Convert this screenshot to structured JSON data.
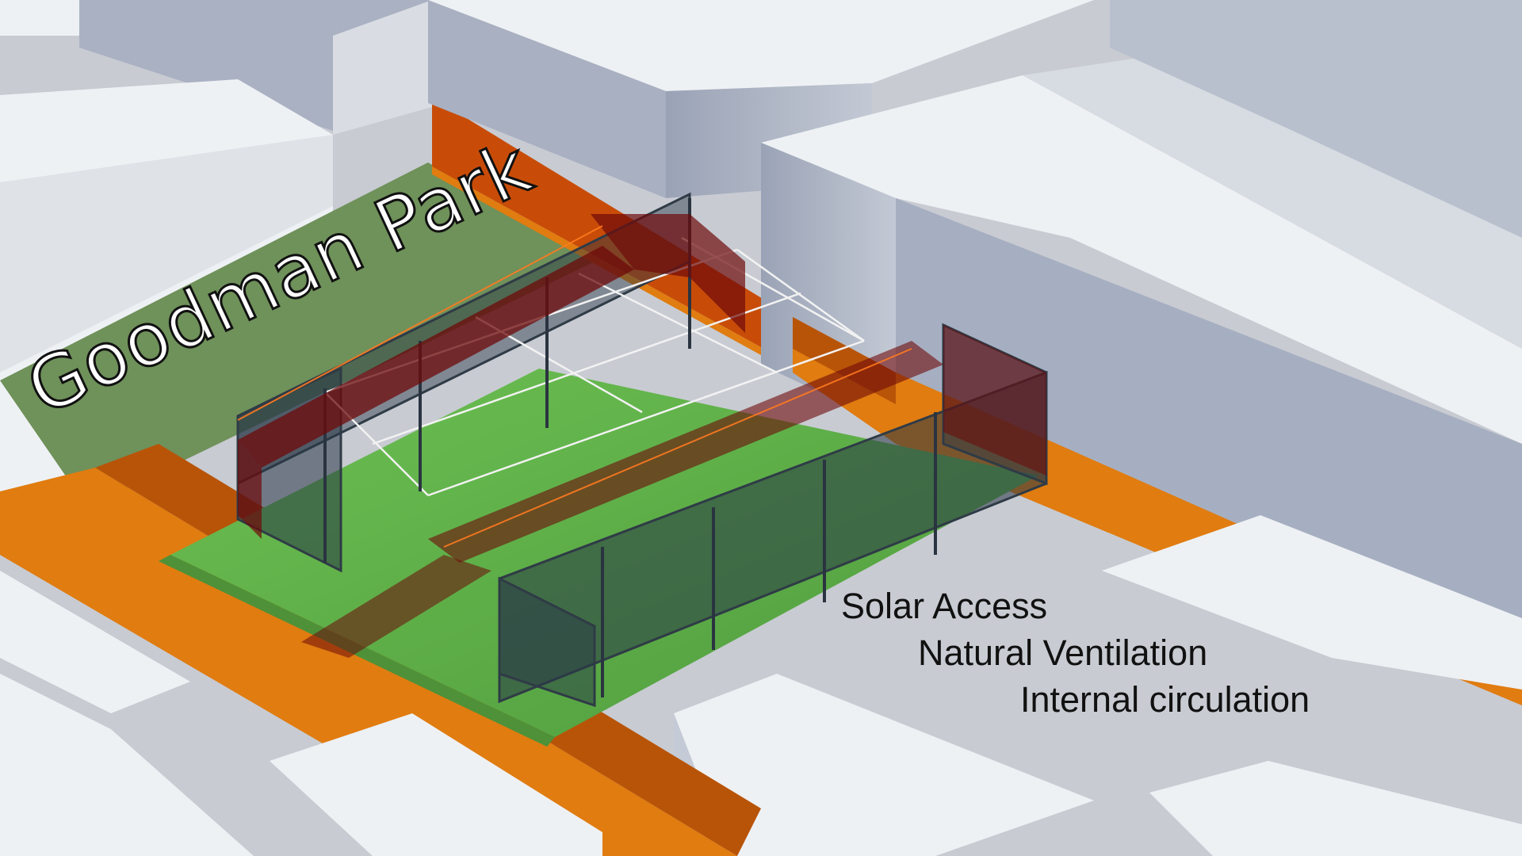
{
  "site_label": "Goodman Park",
  "annotations": [
    "Solar Access",
    "Natural Ventilation",
    "Internal circulation"
  ],
  "colors": {
    "road": "#de7d0c",
    "road_shadow": "#b85408",
    "lawn": "#5aa545",
    "park_lawn": "#6f915a",
    "building_light": "#eef1f4",
    "building_side": "#a3abbd",
    "ground": "#c9ccd3",
    "glass_frame": "#2f3b46",
    "circulation_red": "#6a0a0a"
  }
}
